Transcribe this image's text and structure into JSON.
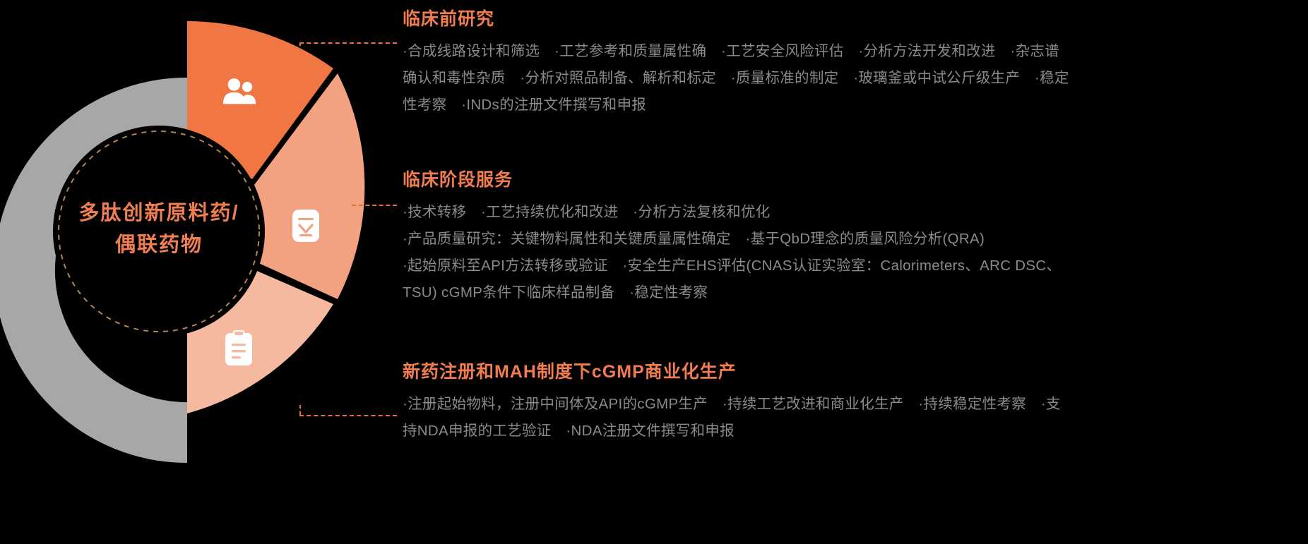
{
  "center": {
    "line1": "多肽创新原料药/",
    "line2": "偶联药物",
    "color": "#ef7e53"
  },
  "wheel": {
    "segments": [
      {
        "name": "preclinical",
        "icon": "people-icon",
        "color": "#f07644"
      },
      {
        "name": "clinical",
        "icon": "flask-icon",
        "color": "#f2a181"
      },
      {
        "name": "commercial",
        "icon": "clipboard-icon",
        "color": "#f5b99f"
      }
    ],
    "outer_ring_color": "#a7a7a7",
    "inner_circle_color": "#000000",
    "dashed_ring_color": "#b08558"
  },
  "sections": [
    {
      "id": "preclinical",
      "title": "临床前研究",
      "lines": [
        "·合成线路设计和筛选　·工艺参考和质量属性确　·工艺安全风险评估　·分析方法开发和改进　·杂志谱",
        "确认和毒性杂质　·分析对照品制备、解析和标定　·质量标准的制定　·玻璃釜或中试公斤级生产　·稳定",
        "性考察　·INDs的注册文件撰写和申报"
      ]
    },
    {
      "id": "clinical",
      "title": "临床阶段服务",
      "lines": [
        "·技术转移　·工艺持续优化和改进　·分析方法复核和优化",
        "·产品质量研究：关键物料属性和关键质量属性确定　·基于QbD理念的质量风险分析(QRA)",
        "·起始原料至API方法转移或验证　·安全生产EHS评估(CNAS认证实验室：Calorimeters、ARC DSC、",
        "TSU) cGMP条件下临床样品制备　·稳定性考察"
      ]
    },
    {
      "id": "commercial",
      "title": "新药注册和MAH制度下cGMP商业化生产",
      "lines": [
        "·注册起始物料，注册中间体及API的cGMP生产　·持续工艺改进和商业化生产　·持续稳定性考察　·支",
        "持NDA申报的工艺验证　·NDA注册文件撰写和申报"
      ]
    }
  ],
  "colors": {
    "accent": "#f07c4f",
    "body_text": "#8a8a8a",
    "background": "#000000",
    "connector": "#e8703a"
  }
}
